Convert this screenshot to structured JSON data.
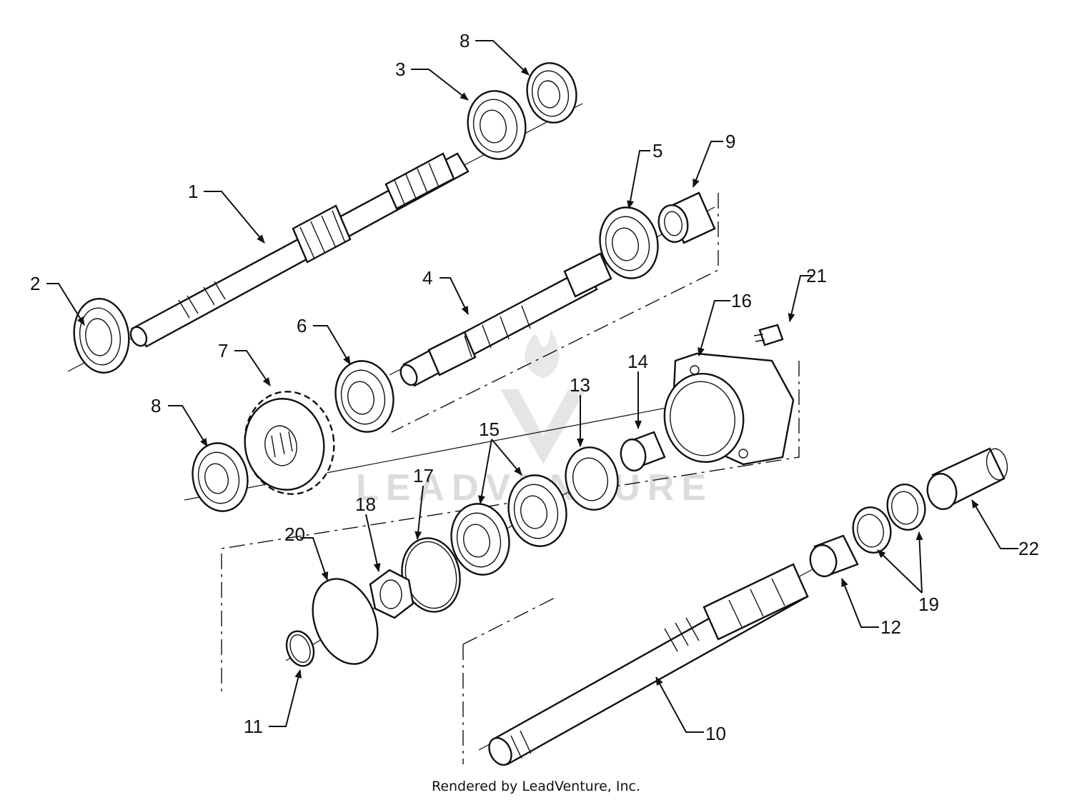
{
  "diagram": {
    "part_numbers": [
      "1",
      "2",
      "3",
      "4",
      "5",
      "6",
      "7",
      "8",
      "8",
      "9",
      "10",
      "11",
      "12",
      "13",
      "14",
      "15",
      "16",
      "17",
      "18",
      "19",
      "20",
      "21",
      "22"
    ]
  },
  "watermark": {
    "text": "LEADVENTURE"
  },
  "footer": {
    "text": "Rendered by LeadVenture, Inc."
  },
  "colors": {
    "line": "#111111",
    "background": "#ffffff",
    "watermark": "#d9d9d9"
  }
}
